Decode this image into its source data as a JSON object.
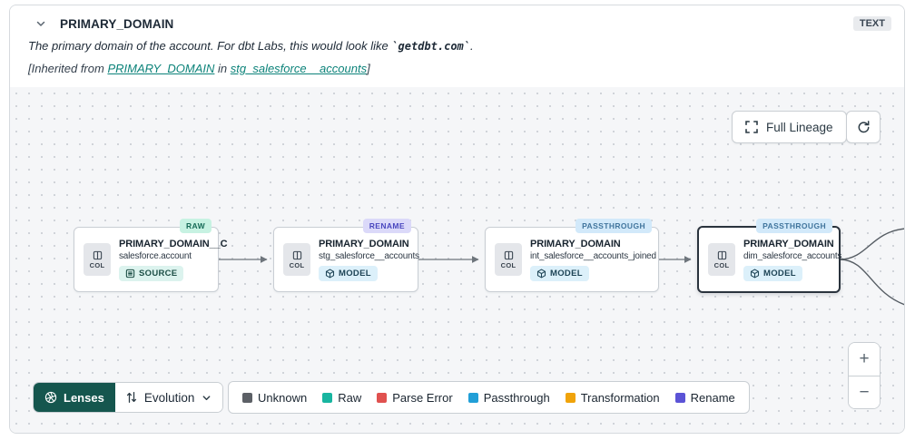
{
  "panel": {
    "title": "PRIMARY_DOMAIN",
    "type_badge": "TEXT",
    "description": {
      "prefix": "The primary domain of the account. For dbt Labs, this would look like ",
      "code": "`getdbt.com`",
      "suffix": "."
    },
    "inherited": {
      "prefix": "[Inherited from ",
      "column_link": "PRIMARY_DOMAIN",
      "middle": " in ",
      "model_link": "stg_salesforce__accounts",
      "suffix": "]"
    }
  },
  "canvas": {
    "full_lineage_button": "Full Lineage",
    "nodes": [
      {
        "tag": "RAW",
        "title": "PRIMARY_DOMAIN__C",
        "subtitle": "salesforce.account",
        "kind_label": "COL",
        "badge": "SOURCE"
      },
      {
        "tag": "RENAME",
        "title": "PRIMARY_DOMAIN",
        "subtitle": "stg_salesforce__accounts",
        "kind_label": "COL",
        "badge": "MODEL"
      },
      {
        "tag": "PASSTHROUGH",
        "title": "PRIMARY_DOMAIN",
        "subtitle": "int_salesforce__accounts_joined",
        "kind_label": "COL",
        "badge": "MODEL"
      },
      {
        "tag": "PASSTHROUGH",
        "title": "PRIMARY_DOMAIN",
        "subtitle": "dim_salesforce_accounts",
        "kind_label": "COL",
        "badge": "MODEL"
      }
    ]
  },
  "toolbar": {
    "lenses_label": "Lenses",
    "lens_value": "Evolution"
  },
  "legend": {
    "items": [
      {
        "label": "Unknown",
        "color": "#5c6066"
      },
      {
        "label": "Raw",
        "color": "#18b5a0"
      },
      {
        "label": "Parse Error",
        "color": "#e0514f"
      },
      {
        "label": "Passthrough",
        "color": "#219fd7"
      },
      {
        "label": "Transformation",
        "color": "#f0a30a"
      },
      {
        "label": "Rename",
        "color": "#5b53d6"
      }
    ]
  },
  "zoom": {
    "in": "+",
    "out": "−"
  }
}
